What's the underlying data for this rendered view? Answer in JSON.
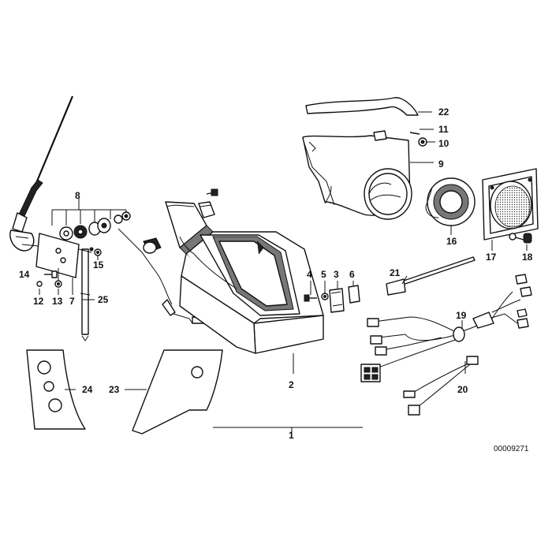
{
  "diagram": {
    "reference_number": "00009271",
    "callouts": [
      "1",
      "2",
      "3",
      "4",
      "5",
      "6",
      "7",
      "8",
      "9",
      "10",
      "11",
      "12",
      "13",
      "14",
      "15",
      "16",
      "17",
      "18",
      "19",
      "20",
      "21",
      "22",
      "23",
      "24",
      "25"
    ]
  },
  "colors": {
    "ink": "#111111",
    "paper": "#ffffff",
    "shade": "#777777"
  }
}
